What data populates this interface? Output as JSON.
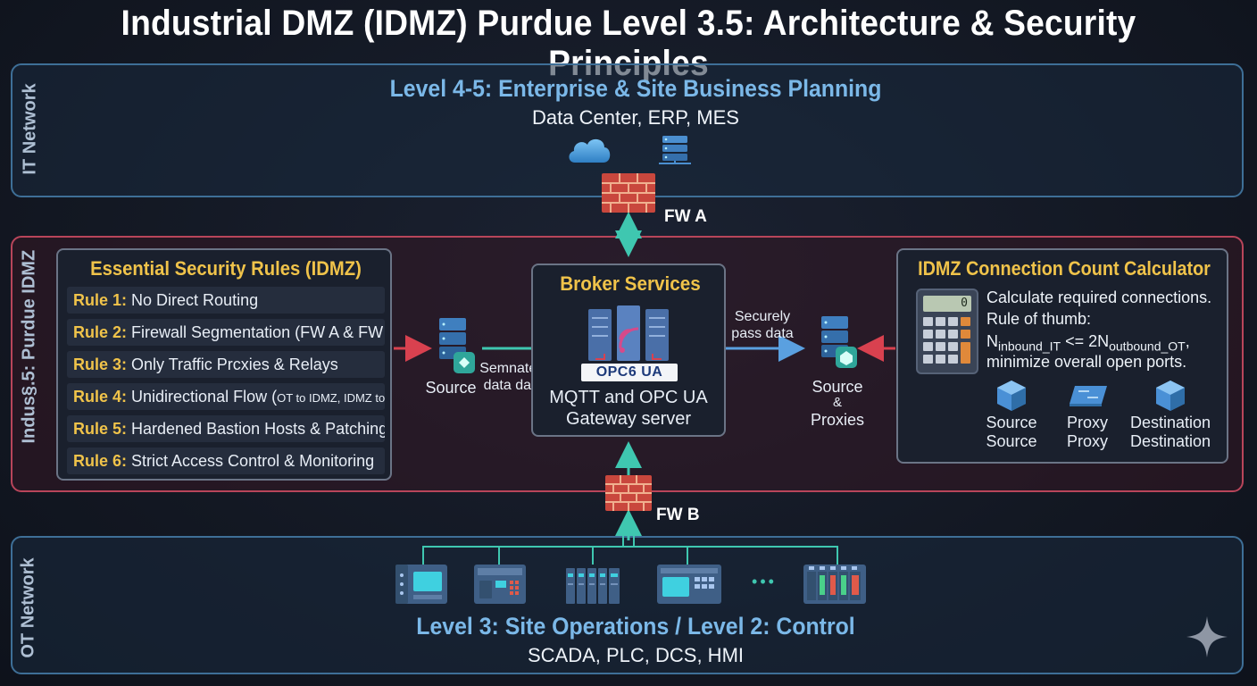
{
  "title": "Industrial DMZ (IDMZ) Purdue Level 3.5: Architecture & Security Principles",
  "zones": {
    "it": {
      "side_label": "IT Network",
      "title": "Level 4-5: Enterprise & Site Business Planning",
      "subtitle": "Data Center, ERP, MES"
    },
    "idmz": {
      "side_label": "Indus§.5: Purdue IDMZ"
    },
    "ot": {
      "side_label": "OT Network",
      "title": "Level 3: Site Operations / Level 2: Control",
      "subtitle": "SCADA, PLC, DCS, HMI"
    }
  },
  "firewalls": {
    "a": "FW A",
    "b": "FW B"
  },
  "rules_panel": {
    "title": "Essential Security Rules (IDMZ)",
    "rules": [
      {
        "num": "Rule 1:",
        "text": "No Direct Routing",
        "note": ""
      },
      {
        "num": "Rule 2:",
        "text": "Firewall Segmentation (FW A & FW B)",
        "note": ""
      },
      {
        "num": "Rule 3:",
        "text": "Only Traffic Prcxies & Relays",
        "note": ""
      },
      {
        "num": "Rule 4:",
        "text": "Unidirectional Flow (",
        "note": "OT to IDMZ, IDMZ to IT",
        "tail": ")"
      },
      {
        "num": "Rule 5:",
        "text": "Hardened Bastion Hosts & Patching",
        "note": ""
      },
      {
        "num": "Rule 6:",
        "text": "Strict Access Control & Monitoring",
        "note": ""
      }
    ]
  },
  "broker": {
    "title": "Broker Services",
    "logo": "OPC6 UA",
    "line1": "MQTT and OPC UA",
    "line2": "Gateway server"
  },
  "flow": {
    "left_source": "Source",
    "left_edge": [
      "Semnately",
      "data data"
    ],
    "right_edge": [
      "Securely",
      "pass data"
    ],
    "right_node": [
      "Source",
      "&",
      "Proxies"
    ]
  },
  "calculator": {
    "title": "IDMZ Connection Count Calculator",
    "display": "0",
    "line1": "Calculate required connections.",
    "line2": "Rule of thumb:",
    "formula": {
      "n1": "N",
      "sub1": "inbound_IT",
      "mid": " <= 2N",
      "sub2": "outbound_OT",
      "end": ","
    },
    "line4": "minimize overall open ports.",
    "nodes": [
      {
        "top": "Source",
        "bottom": "Source"
      },
      {
        "top": "Proxy",
        "bottom": "Proxy"
      },
      {
        "top": "Destination",
        "bottom": "Destination"
      }
    ]
  },
  "ot_devices": {
    "ellipsis": "•••"
  },
  "icons": [
    "cloud-icon",
    "server-icon",
    "firewall-icon",
    "calculator-icon",
    "cube-icon",
    "switch-icon",
    "hmi-icon",
    "plc-icon",
    "sparkle-icon"
  ],
  "colors": {
    "it_border": "#3e6f97",
    "idmz_border": "#b8455a",
    "accent_yellow": "#f0c34a",
    "flow_teal": "#3fc7b0",
    "flow_red": "#d9414f",
    "flow_blue": "#5aa0e0"
  }
}
